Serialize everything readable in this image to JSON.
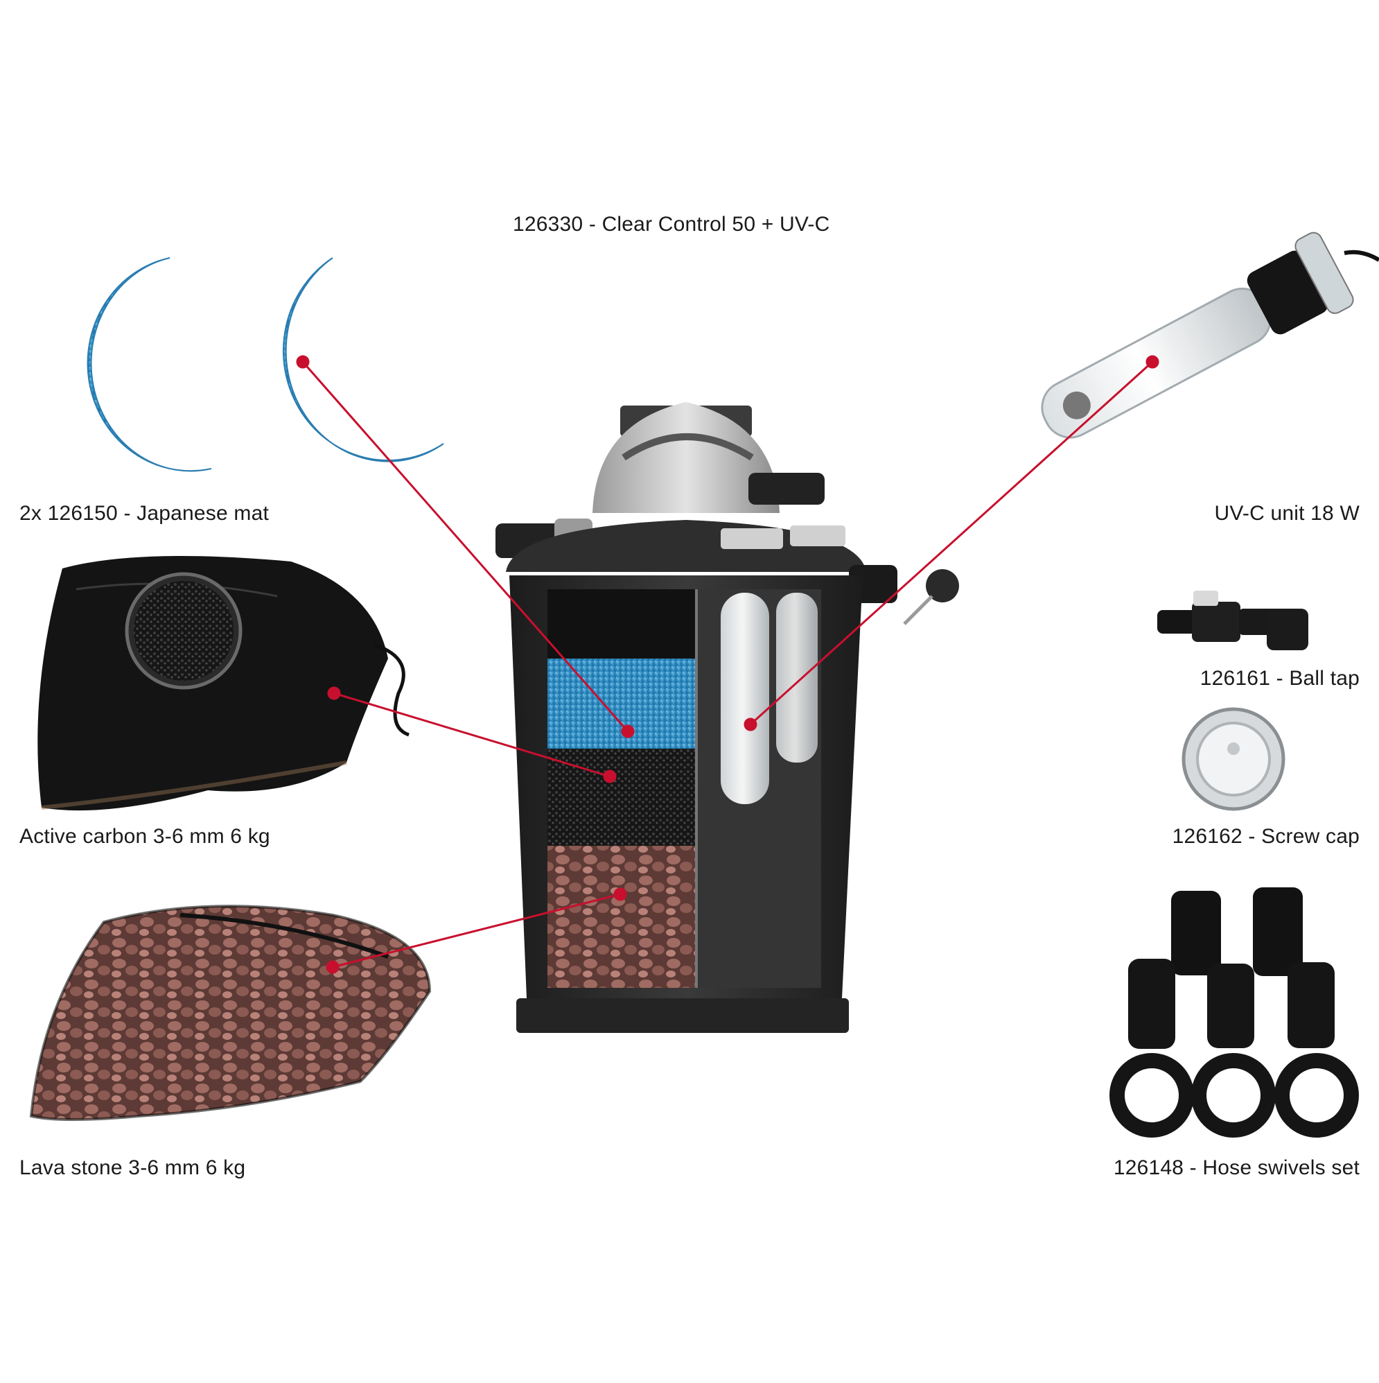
{
  "title": "126330 - Clear Control 50 + UV-C",
  "items": {
    "japanese_mat": "2x 126150 - Japanese mat",
    "active_carbon": "Active carbon 3-6 mm 6 kg",
    "lava_stone": "Lava stone 3-6 mm 6 kg",
    "uvc_unit": "UV-C unit 18 W",
    "ball_tap": "126161 - Ball tap",
    "screw_cap": "126162 - Screw cap",
    "hose_swivels": "126148 - Hose swivels set"
  },
  "colors": {
    "leader": "#c8102e",
    "mat_blue": "#2f8fc6",
    "filter_body": "#2b2b2b",
    "lava": "#8b5a52"
  }
}
